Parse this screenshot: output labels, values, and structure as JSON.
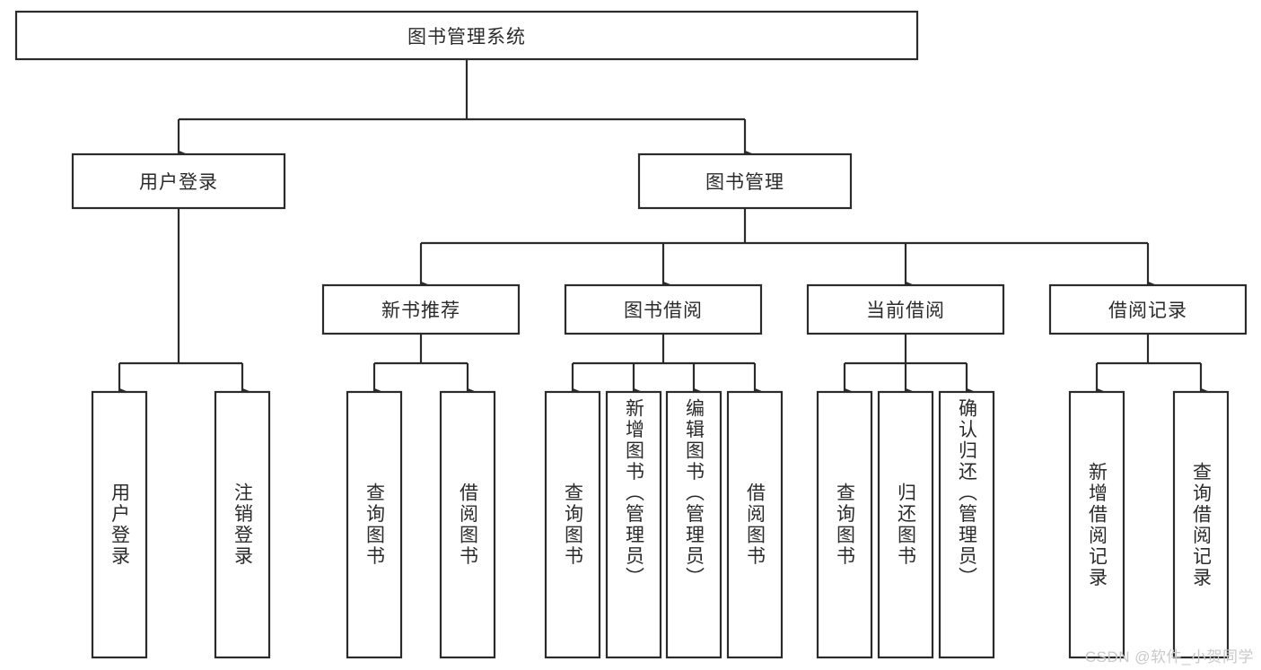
{
  "diagram": {
    "kind": "tree-hierarchy-chart",
    "title": "图书管理系统",
    "theme": {
      "background": "#ffffff",
      "line_color": "#2b2b2b",
      "box_fill": "#ffffff",
      "text_color": "#2b2b2b",
      "watermark_color": "#c9c9c9"
    },
    "levels": {
      "level1": {
        "nodes": [
          {
            "id": "root",
            "label": "图书管理系统",
            "orientation": "horizontal"
          }
        ]
      },
      "level2": {
        "nodes": [
          {
            "id": "login",
            "label": "用户登录",
            "orientation": "horizontal"
          },
          {
            "id": "bookmgmt",
            "label": "图书管理",
            "orientation": "horizontal"
          }
        ]
      },
      "level3": {
        "nodes": [
          {
            "id": "newbook",
            "label": "新书推荐",
            "orientation": "horizontal"
          },
          {
            "id": "borrow",
            "label": "图书借阅",
            "orientation": "horizontal"
          },
          {
            "id": "current",
            "label": "当前借阅",
            "orientation": "horizontal"
          },
          {
            "id": "records",
            "label": "借阅记录",
            "orientation": "horizontal"
          }
        ]
      },
      "level4": {
        "groups": [
          {
            "parent": "login",
            "nodes": [
              {
                "id": "leaf-user-login",
                "label": "用户登录",
                "orientation": "vertical"
              },
              {
                "id": "leaf-user-logout",
                "label": "注销登录",
                "orientation": "vertical"
              }
            ]
          },
          {
            "parent": "newbook",
            "nodes": [
              {
                "id": "leaf-query-book-1",
                "label": "查询图书",
                "orientation": "vertical"
              },
              {
                "id": "leaf-borrow-book-1",
                "label": "借阅图书",
                "orientation": "vertical"
              }
            ]
          },
          {
            "parent": "borrow",
            "nodes": [
              {
                "id": "leaf-query-book-2",
                "label": "查询图书",
                "orientation": "vertical"
              },
              {
                "id": "leaf-add-book",
                "label": "新增图书（管理员）",
                "orientation": "vertical"
              },
              {
                "id": "leaf-edit-book",
                "label": "编辑图书（管理员）",
                "orientation": "vertical"
              },
              {
                "id": "leaf-borrow-book-2",
                "label": "借阅图书",
                "orientation": "vertical"
              }
            ]
          },
          {
            "parent": "current",
            "nodes": [
              {
                "id": "leaf-query-book-3",
                "label": "查询图书",
                "orientation": "vertical"
              },
              {
                "id": "leaf-return-book",
                "label": "归还图书",
                "orientation": "vertical"
              },
              {
                "id": "leaf-confirm-return",
                "label": "确认归还（管理员）",
                "orientation": "vertical"
              }
            ]
          },
          {
            "parent": "records",
            "nodes": [
              {
                "id": "leaf-add-record",
                "label": "新增借阅记录",
                "orientation": "vertical"
              },
              {
                "id": "leaf-query-record",
                "label": "查询借阅记录",
                "orientation": "vertical"
              }
            ]
          }
        ]
      }
    }
  },
  "watermark": {
    "text": "CSDN @软件_小贺同学"
  }
}
